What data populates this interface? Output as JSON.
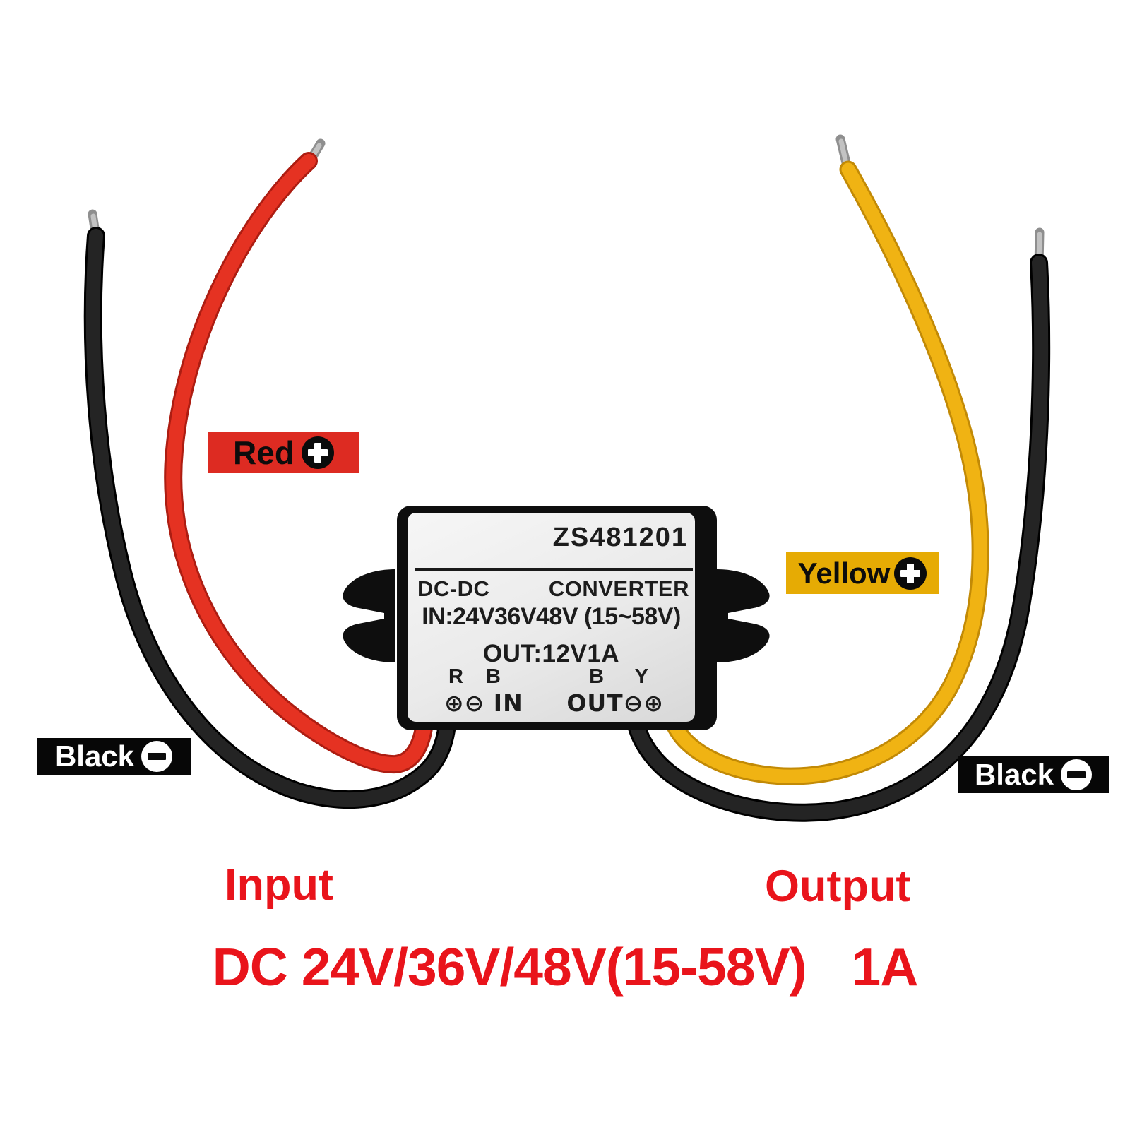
{
  "device_label": {
    "model": "ZS481201",
    "name_left": "DC-DC",
    "name_right": "CONVERTER",
    "input_spec": "IN:24V36V48V (15~58V)",
    "output_spec": "OUT:12V1A",
    "input_wire_letters": "R B",
    "input_terminal_row": "⊕⊖ IN",
    "output_wire_letters": "B Y",
    "output_terminal_row": "OUT⊖⊕"
  },
  "wire_tags": {
    "red": {
      "label": "Red",
      "polarity": "+"
    },
    "yellow": {
      "label": "Yellow",
      "polarity": "+"
    },
    "black_left": {
      "label": "Black",
      "polarity": "−"
    },
    "black_right": {
      "label": "Black",
      "polarity": "−"
    }
  },
  "captions": {
    "input": "Input",
    "output": "Output",
    "spec_voltage": "DC 24V/36V/48V(15-58V)",
    "spec_current": "1A"
  },
  "colors": {
    "wire_red": "#e53222",
    "wire_red_shade": "#ad1d12",
    "wire_yellow": "#f0b313",
    "wire_yellow_shade": "#c28a06",
    "wire_black": "#242424",
    "wire_black_shade": "#000000",
    "tip_silver": "#c2c2c2",
    "tip_silver_shade": "#8f8f8f",
    "tag_red_bg": "#dd2b22",
    "tag_yellow_bg": "#e6ab04",
    "tag_black_bg": "#070707",
    "tag_text_dark": "#0c0c0c",
    "tag_text_light": "#ffffff",
    "caption_red": "#e9141b",
    "device_body": "#0e0e0e",
    "device_label_bg": "#eaeaea",
    "label_text": "#1c1c1c"
  }
}
